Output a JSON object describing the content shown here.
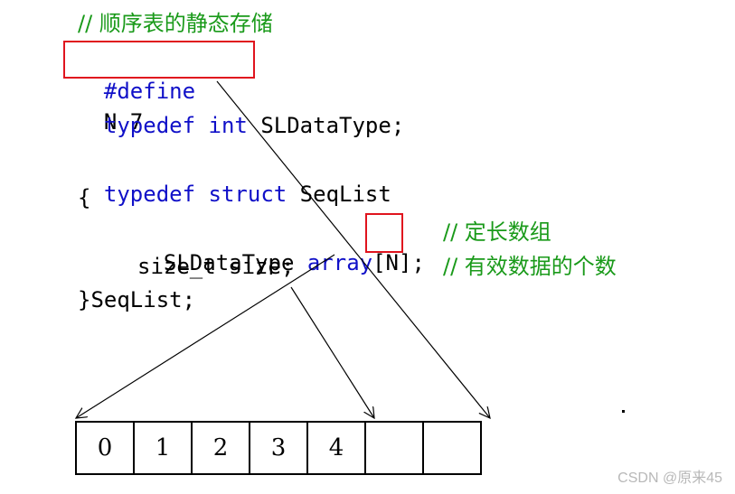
{
  "code": {
    "comment_title": "// 顺序表的静态存储",
    "define_kw": "#define",
    "define_name": "N 7",
    "typedef_kw": "typedef",
    "int_kw": "int",
    "sldatatype_decl": "SLDataType;",
    "typedef2_kw": "typedef",
    "struct_kw": "struct",
    "seqlist_name": "SeqList",
    "open_brace": "{",
    "member1_type": "SLDataType",
    "member1_name": "array",
    "member1_index": "[N]",
    "member1_semicolon": ";",
    "member1_comment": "// 定长数组",
    "member2_decl": "size_t size;",
    "member2_comment": "// 有效数据的个数",
    "close": "}SeqList;"
  },
  "array_cells": [
    "0",
    "1",
    "2",
    "3",
    "4",
    "",
    ""
  ],
  "watermark": "CSDN @原来45",
  "colors": {
    "keyword": "#1010c8",
    "comment": "#1a9a1a",
    "highlight_box": "#e0141e"
  }
}
